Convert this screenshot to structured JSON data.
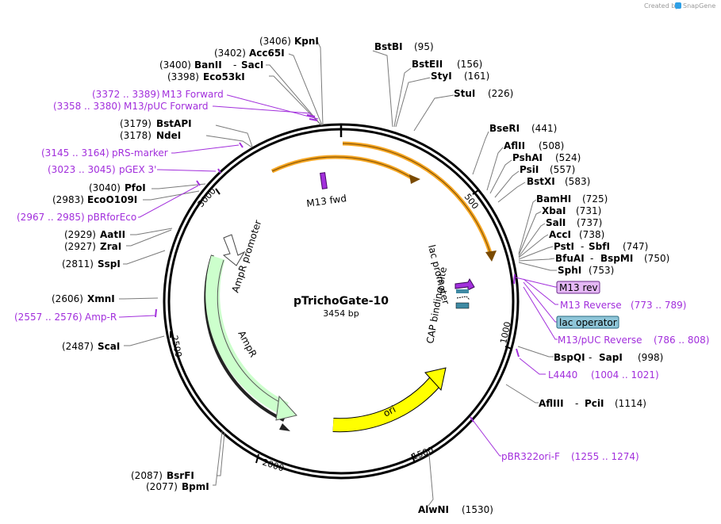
{
  "app": {
    "credit_prefix": "Created by",
    "credit_brand": "SnapGene"
  },
  "plasmid": {
    "name": "pTrichoGate-10",
    "length_label": "3454 bp",
    "length": 3454
  },
  "ticks": [
    "500",
    "1000",
    "1500",
    "2000",
    "2500",
    "3000"
  ],
  "enzymes_left": [
    {
      "pos": "(3406)",
      "name": "KpnI"
    },
    {
      "pos": "(3402)",
      "name": "Acc65I"
    },
    {
      "pos": "(3400)",
      "name": "BanII",
      "sep": "-",
      "name2": "SacI"
    },
    {
      "pos": "(3398)",
      "name": "Eco53kI"
    },
    {
      "pos": "(3179)",
      "name": "BstAPI"
    },
    {
      "pos": "(3178)",
      "name": "NdeI"
    },
    {
      "pos": "(3040)",
      "name": "PfoI"
    },
    {
      "pos": "(2983)",
      "name": "EcoO109I"
    },
    {
      "pos": "(2929)",
      "name": "AatII"
    },
    {
      "pos": "(2927)",
      "name": "ZraI"
    },
    {
      "pos": "(2811)",
      "name": "SspI"
    },
    {
      "pos": "(2606)",
      "name": "XmnI"
    },
    {
      "pos": "(2487)",
      "name": "ScaI"
    },
    {
      "pos": "(2087)",
      "name": "BsrFI"
    },
    {
      "pos": "(2077)",
      "name": "BpmI"
    }
  ],
  "enzymes_right": [
    {
      "name": "BstBI",
      "pos": "(95)"
    },
    {
      "name": "BstEII",
      "pos": "(156)"
    },
    {
      "name": "StyI",
      "pos": "(161)"
    },
    {
      "name": "StuI",
      "pos": "(226)"
    },
    {
      "name": "BseRI",
      "pos": "(441)"
    },
    {
      "name": "AflII",
      "pos": "(508)"
    },
    {
      "name": "PshAI",
      "pos": "(524)"
    },
    {
      "name": "PsiI",
      "pos": "(557)"
    },
    {
      "name": "BstXI",
      "pos": "(583)"
    },
    {
      "name": "BamHI",
      "pos": "(725)"
    },
    {
      "name": "XbaI",
      "pos": "(731)"
    },
    {
      "name": "SalI",
      "pos": "(737)"
    },
    {
      "name": "AccI",
      "pos": "(738)"
    },
    {
      "name": "PstI",
      "sep": "-",
      "name2": "SbfI",
      "pos": "(747)"
    },
    {
      "name": "BfuAI",
      "sep": "-",
      "name2": "BspMI",
      "pos": "(750)"
    },
    {
      "name": "SphI",
      "pos": "(753)"
    },
    {
      "name": "BspQI",
      "sep": "-",
      "name2": "SapI",
      "pos": "(998)"
    },
    {
      "name": "AflIII",
      "sep": "-",
      "name2": "PciI",
      "pos": "(1114)"
    },
    {
      "name": "AlwNI",
      "pos": "(1530)"
    }
  ],
  "primers_left": [
    {
      "range": "(3372 .. 3389)",
      "name": "M13 Forward"
    },
    {
      "range": "(3358 .. 3380)",
      "name": "M13/pUC Forward"
    },
    {
      "range": "(3145 .. 3164)",
      "name": "pRS-marker"
    },
    {
      "range": "(3023 .. 3045)",
      "name": "pGEX 3'"
    },
    {
      "range": "(2967 .. 2985)",
      "name": "pBRforEco"
    },
    {
      "range": "(2557 .. 2576)",
      "name": "Amp-R"
    }
  ],
  "primers_right": [
    {
      "name": "M13 rev"
    },
    {
      "name": "M13 Reverse",
      "range": "(773 .. 789)"
    },
    {
      "name": "lac operator"
    },
    {
      "name": "M13/pUC Reverse",
      "range": "(786 .. 808)"
    },
    {
      "name": "L4440",
      "range": "(1004 .. 1021)"
    },
    {
      "name": "pBR322ori-F",
      "range": "(1255 .. 1274)"
    }
  ],
  "features": {
    "m13_fwd": "M13 fwd",
    "amp_promoter": "AmpR promoter",
    "ampr": "AmpR",
    "lac_promoter": "lac promoter",
    "cap_site": "CAP binding site",
    "ori": "ori"
  },
  "colors": {
    "backbone": "#000000",
    "primer": "#a22fdc",
    "orange_arc": "#f5a623",
    "ampr_fill": "#ccffcc",
    "ori_fill": "#ffff00",
    "lac_op_fill": "#8fc6d9",
    "m13rev_fill": "#e5b8f5"
  }
}
